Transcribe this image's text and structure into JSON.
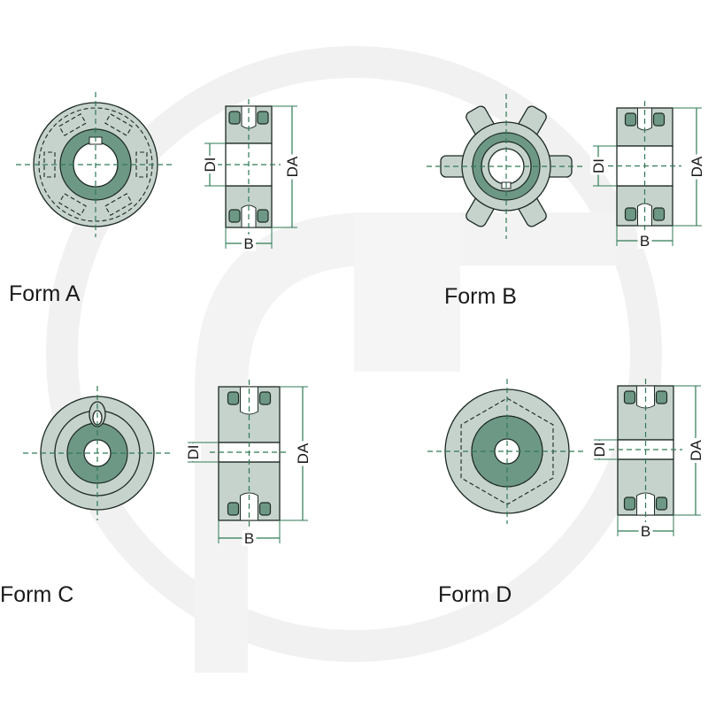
{
  "forms": [
    {
      "title": "Form A",
      "dim_inner": "DI",
      "dim_outer": "DA",
      "dim_width": "B"
    },
    {
      "title": "Form B",
      "dim_inner": "DI",
      "dim_outer": "DA",
      "dim_width": "B"
    },
    {
      "title": "Form C",
      "dim_inner": "DI",
      "dim_outer": "DA",
      "dim_width": "B"
    },
    {
      "title": "Form D",
      "dim_inner": "DI",
      "dim_outer": "DA",
      "dim_width": "B"
    }
  ],
  "colors": {
    "body": "#c6d3cd",
    "hub": "#6e9886",
    "centerline": "#2f7a55",
    "watermark": "#f1f1f1"
  }
}
